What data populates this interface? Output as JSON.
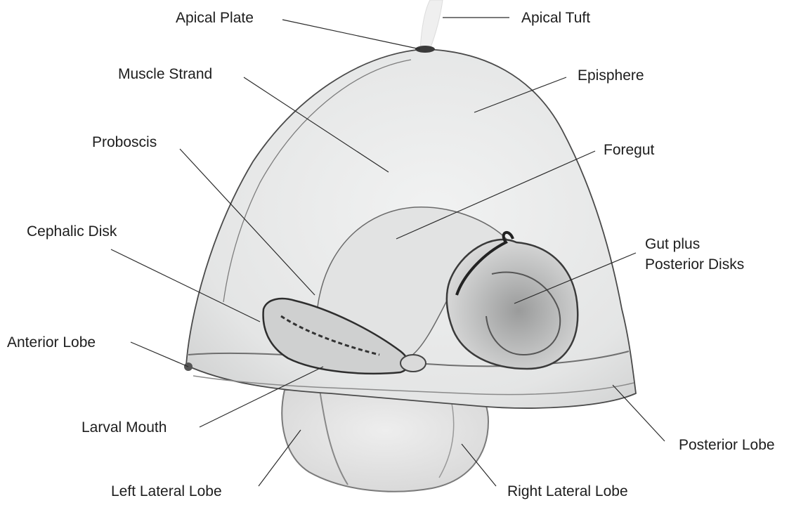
{
  "labels": {
    "apical_plate": "Apical Plate",
    "apical_tuft": "Apical Tuft",
    "muscle_strand": "Muscle Strand",
    "episphere": "Episphere",
    "proboscis": "Proboscis",
    "foregut": "Foregut",
    "cephalic_disk": "Cephalic Disk",
    "gut_line1": "Gut plus",
    "gut_line2": "Posterior Disks",
    "anterior_lobe": "Anterior Lobe",
    "larval_mouth": "Larval Mouth",
    "posterior_lobe": "Posterior Lobe",
    "left_lateral_lobe": "Left Lateral Lobe",
    "right_lateral_lobe": "Right Lateral Lobe"
  },
  "colors": {
    "background": "#ffffff",
    "leader_line": "#2a2a2a",
    "specimen_fill": "#e9eaea",
    "specimen_outline": "#3a3a3a",
    "dark_tissue": "#2b2b2b"
  }
}
